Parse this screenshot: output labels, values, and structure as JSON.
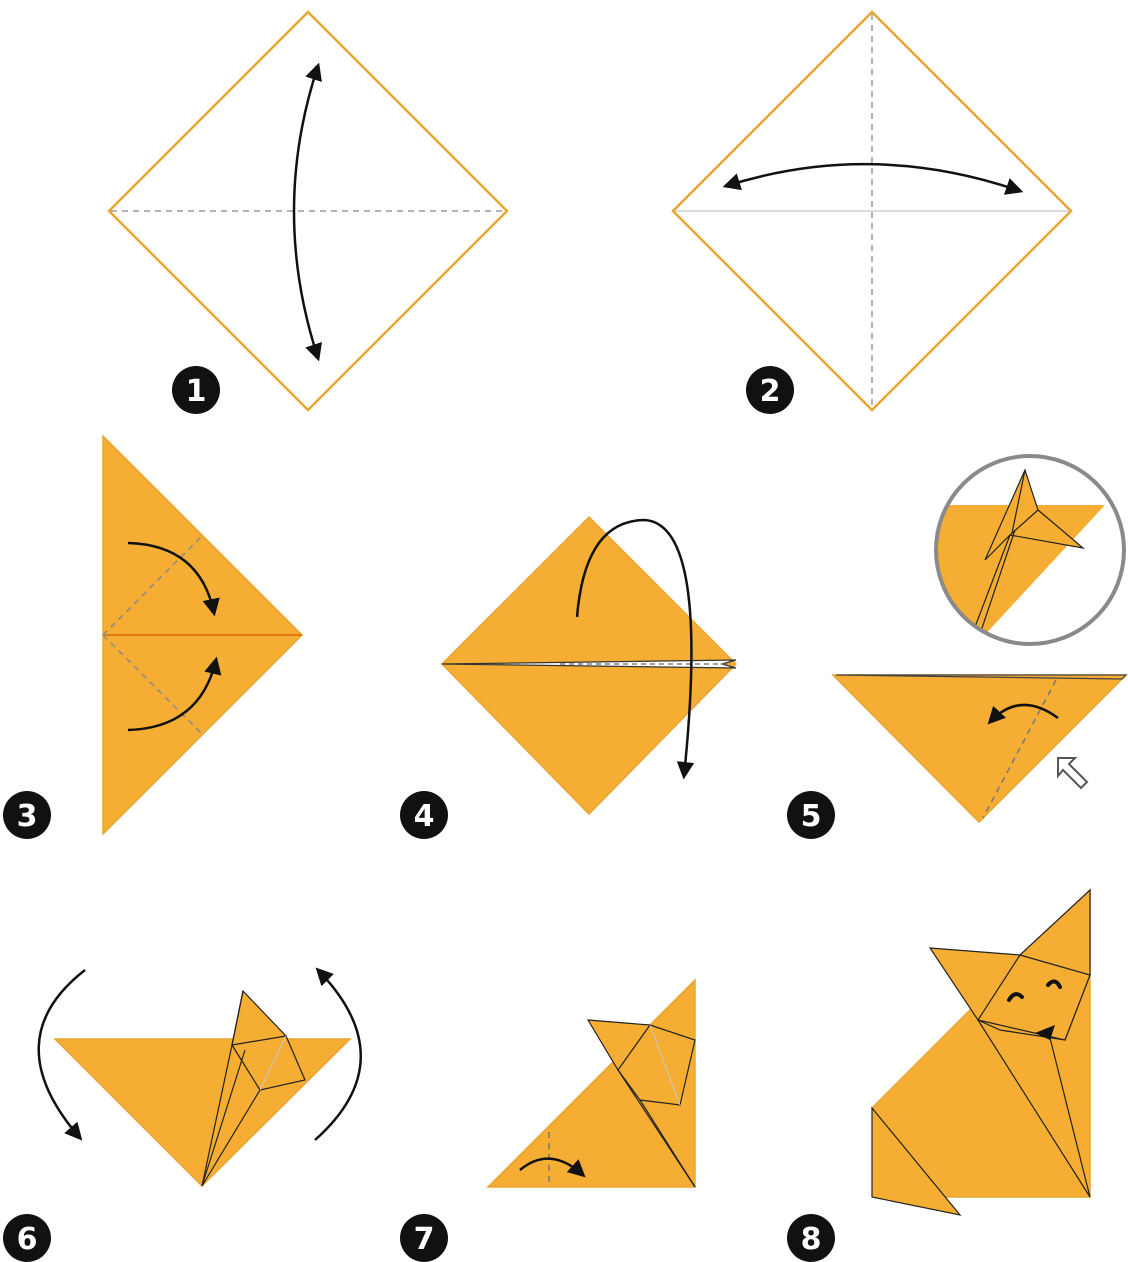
{
  "colors": {
    "paper": "#F5AE33",
    "outline": "#E9A532",
    "crease": "#9a9a9a",
    "arrow": "#111111",
    "badge": "#111111",
    "badge_text": "#ffffff",
    "loupe": "#8a8a8a",
    "guide_fold": "#E07A10"
  },
  "steps": [
    {
      "number": "1"
    },
    {
      "number": "2"
    },
    {
      "number": "3"
    },
    {
      "number": "4"
    },
    {
      "number": "5"
    },
    {
      "number": "6"
    },
    {
      "number": "7"
    },
    {
      "number": "8"
    }
  ],
  "icons": {
    "fold_arrow": "curved-arrow-icon",
    "push_indicator": "hollow-arrow-icon",
    "magnifier": "zoom-circle-icon"
  }
}
